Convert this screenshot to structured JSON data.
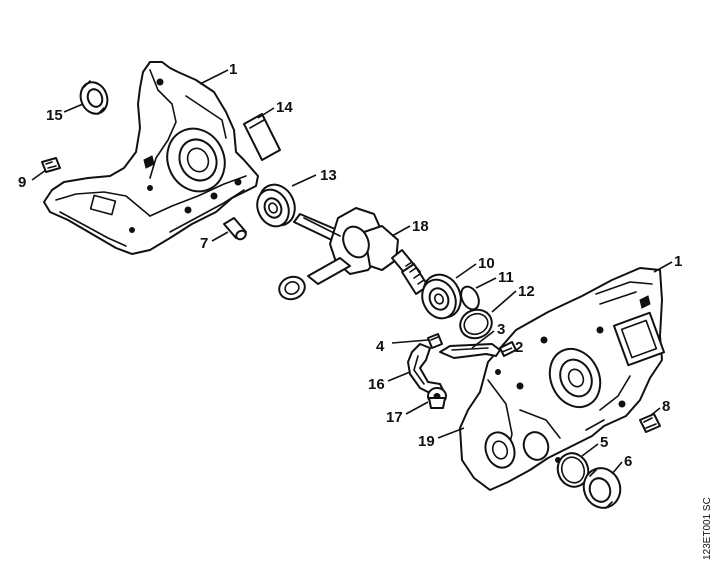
{
  "diagram": {
    "callouts": [
      "1",
      "15",
      "14",
      "9",
      "13",
      "7",
      "18",
      "10",
      "11",
      "12",
      "1",
      "4",
      "3",
      "2",
      "16",
      "17",
      "19",
      "8",
      "5",
      "6"
    ],
    "code": "123ET001 SC"
  },
  "colors": {
    "ink": "#111111",
    "paper": "#ffffff"
  }
}
